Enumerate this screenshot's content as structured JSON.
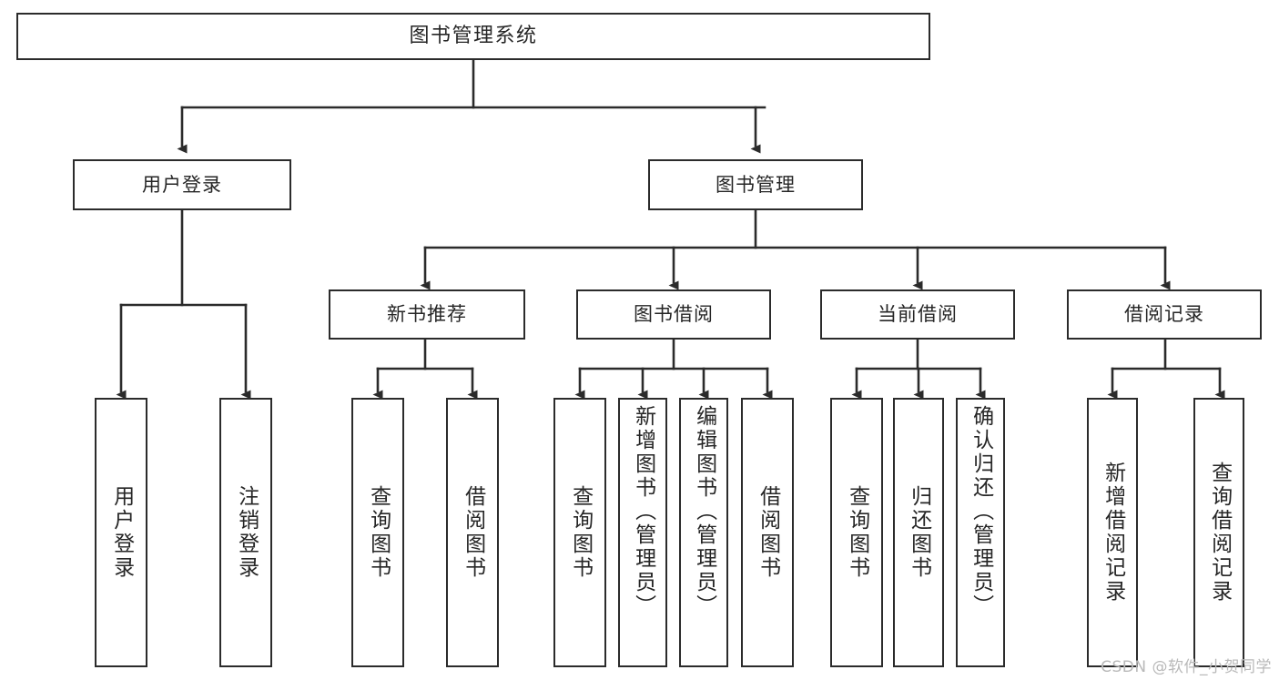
{
  "diagram": {
    "type": "tree",
    "title": "图书管理系统",
    "root": {
      "label": "图书管理系统"
    },
    "level2": [
      {
        "label": "用户登录"
      },
      {
        "label": "图书管理"
      }
    ],
    "level3": [
      {
        "label": "新书推荐"
      },
      {
        "label": "图书借阅"
      },
      {
        "label": "当前借阅"
      },
      {
        "label": "借阅记录"
      }
    ],
    "leaves": {
      "user_login": [
        {
          "label": "用户登录"
        },
        {
          "label": "注销登录"
        }
      ],
      "new_book_recommend": [
        {
          "label": "查询图书"
        },
        {
          "label": "借阅图书"
        }
      ],
      "book_borrow": [
        {
          "label": "查询图书"
        },
        {
          "label": "新增图书（管理员）"
        },
        {
          "label": "编辑图书（管理员）"
        },
        {
          "label": "借阅图书"
        }
      ],
      "current_borrow": [
        {
          "label": "查询图书"
        },
        {
          "label": "归还图书"
        },
        {
          "label": "确认归还（管理员）"
        }
      ],
      "borrow_records": [
        {
          "label": "新增借阅记录"
        },
        {
          "label": "查询借阅记录"
        }
      ]
    }
  },
  "watermark": {
    "text": "CSDN @软件_小贺同学"
  },
  "colors": {
    "border": "#2b2b2b",
    "text": "#262626",
    "background": "#ffffff",
    "watermark": "#b9b9b9"
  }
}
